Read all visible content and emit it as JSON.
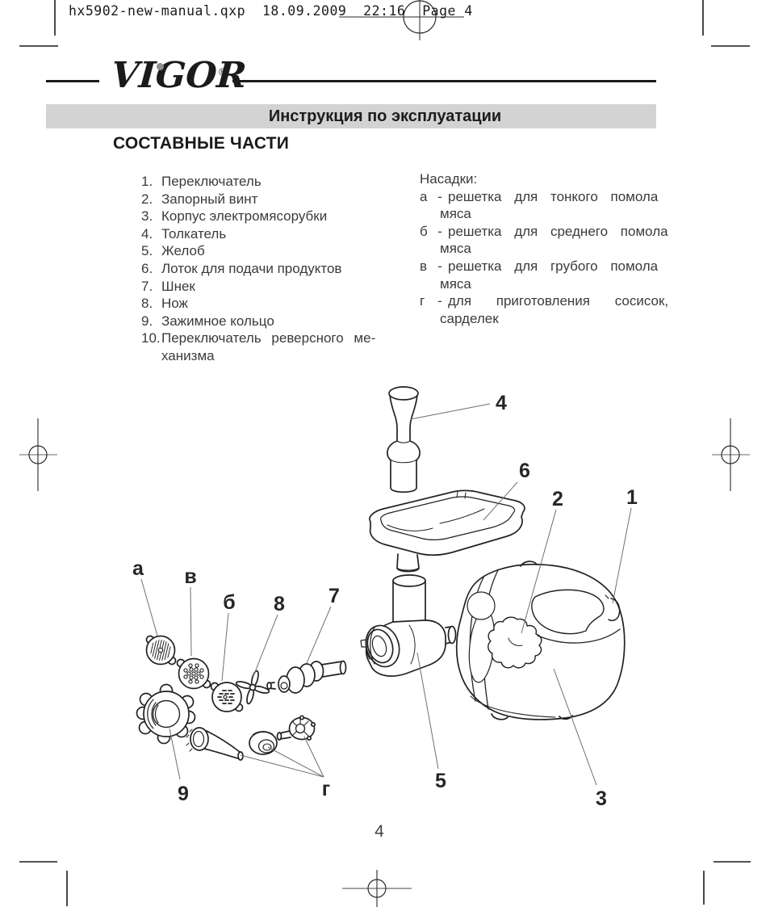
{
  "header": {
    "slug": "hx5902-new-manual.qxp  18.09.2009  22:16  Page 4"
  },
  "logo": {
    "brand": "VIGOR",
    "reg": "®"
  },
  "banner": {
    "title": "Инструкция по эксплуатации"
  },
  "section": {
    "title": "СОСТАВНЫЕ ЧАСТИ"
  },
  "parts_list": {
    "items": [
      {
        "num": "1.",
        "text": "Переключатель"
      },
      {
        "num": "2.",
        "text": "Запорный винт"
      },
      {
        "num": "3.",
        "text": "Корпус электромясорубки"
      },
      {
        "num": "4.",
        "text": "Толкатель"
      },
      {
        "num": "5.",
        "text": "Желоб"
      },
      {
        "num": "6.",
        "text": "Лоток для подачи продуктов"
      },
      {
        "num": "7.",
        "text": "Шнек"
      },
      {
        "num": "8.",
        "text": "Нож"
      },
      {
        "num": "9.",
        "text": "Зажимное кольцо"
      },
      {
        "num": "10.",
        "text": "Переключатель реверсного ме-",
        "text2": "ханизма"
      }
    ]
  },
  "attachments": {
    "title": "Насадки:",
    "dash": "-",
    "items": [
      {
        "key": "а",
        "line1": "решетка для тонкого помола",
        "line2": "мяса"
      },
      {
        "key": "б",
        "line1": "решетка для среднего помола",
        "line2": "мяса"
      },
      {
        "key": "в",
        "line1": "решетка для грубого помола",
        "line2": "мяса"
      },
      {
        "key": "г",
        "line1": "для приготовления сосисок,",
        "line2": "сарделек"
      }
    ]
  },
  "diagram": {
    "labels": {
      "n1": "1",
      "n2": "2",
      "n3": "3",
      "n4": "4",
      "n5": "5",
      "n6": "6",
      "n7": "7",
      "n8": "8",
      "n9": "9",
      "a": "а",
      "b": "б",
      "v": "в",
      "g": "г"
    }
  },
  "footer": {
    "page_number": "4"
  }
}
